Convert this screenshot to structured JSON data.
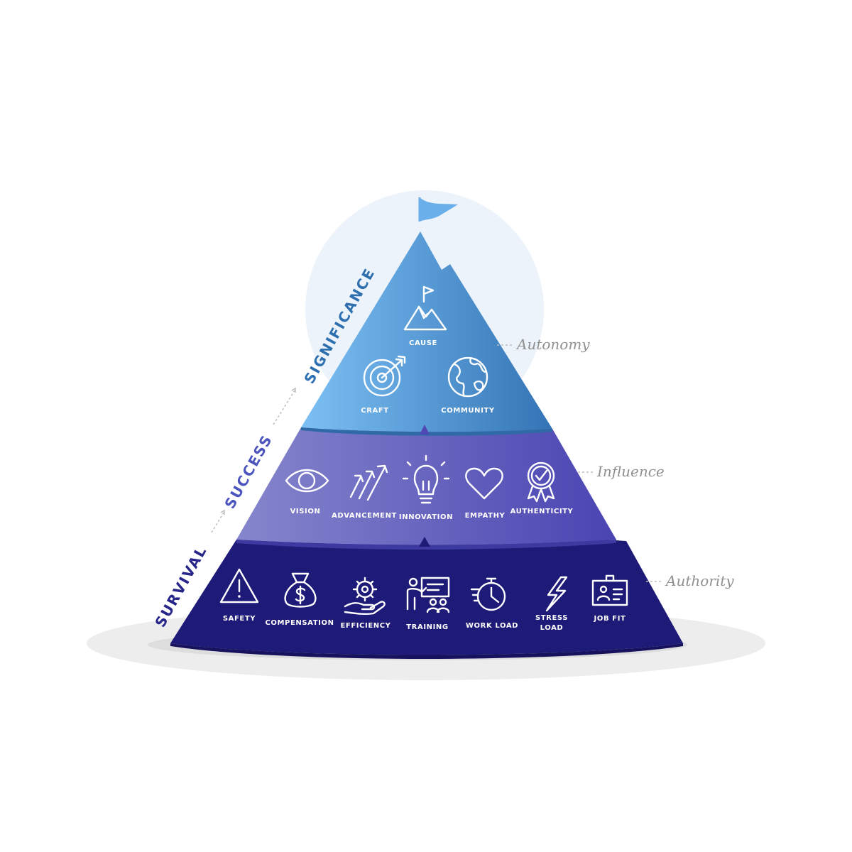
{
  "stages": {
    "survival": "SURVIVAL",
    "success": "SUCCESS",
    "significance": "SIGNIFICANCE"
  },
  "side_labels": {
    "autonomy": "Autonomy",
    "influence": "Influence",
    "authority": "Authority"
  },
  "tiers": {
    "top": {
      "items": [
        {
          "label": "CAUSE",
          "icon": "mountain-flag-icon"
        },
        {
          "label": "CRAFT",
          "icon": "target-arrow-icon"
        },
        {
          "label": "COMMUNITY",
          "icon": "globe-icon"
        }
      ]
    },
    "middle": {
      "items": [
        {
          "label": "VISION",
          "icon": "eye-icon"
        },
        {
          "label": "ADVANCEMENT",
          "icon": "rising-arrows-icon"
        },
        {
          "label": "INNOVATION",
          "icon": "lightbulb-icon"
        },
        {
          "label": "EMPATHY",
          "icon": "heart-icon"
        },
        {
          "label": "AUTHENTICITY",
          "icon": "ribbon-check-icon"
        }
      ]
    },
    "bottom": {
      "items": [
        {
          "label": "SAFETY",
          "icon": "warning-icon"
        },
        {
          "label": "COMPENSATION",
          "icon": "money-bag-icon"
        },
        {
          "label": "EFFICIENCY",
          "icon": "gear-hand-icon"
        },
        {
          "label": "TRAINING",
          "icon": "presentation-icon"
        },
        {
          "label": "WORK LOAD",
          "icon": "stopwatch-icon"
        },
        {
          "label": "STRESS",
          "label2": "LOAD",
          "icon": "lightning-icon"
        },
        {
          "label": "JOB FIT",
          "icon": "id-badge-icon"
        }
      ]
    }
  },
  "colors": {
    "top_light": "#6fb3ee",
    "top_dark": "#3a7cbf",
    "middle_light": "#7f7fc8",
    "middle_dark": "#4f48b4",
    "bottom": "#1e1a78",
    "halo": "#ecf3fa",
    "flag": "#6aaeea",
    "survival_text": "#27248a",
    "success_text": "#4c55bd",
    "significance_text": "#2e6fb0"
  }
}
